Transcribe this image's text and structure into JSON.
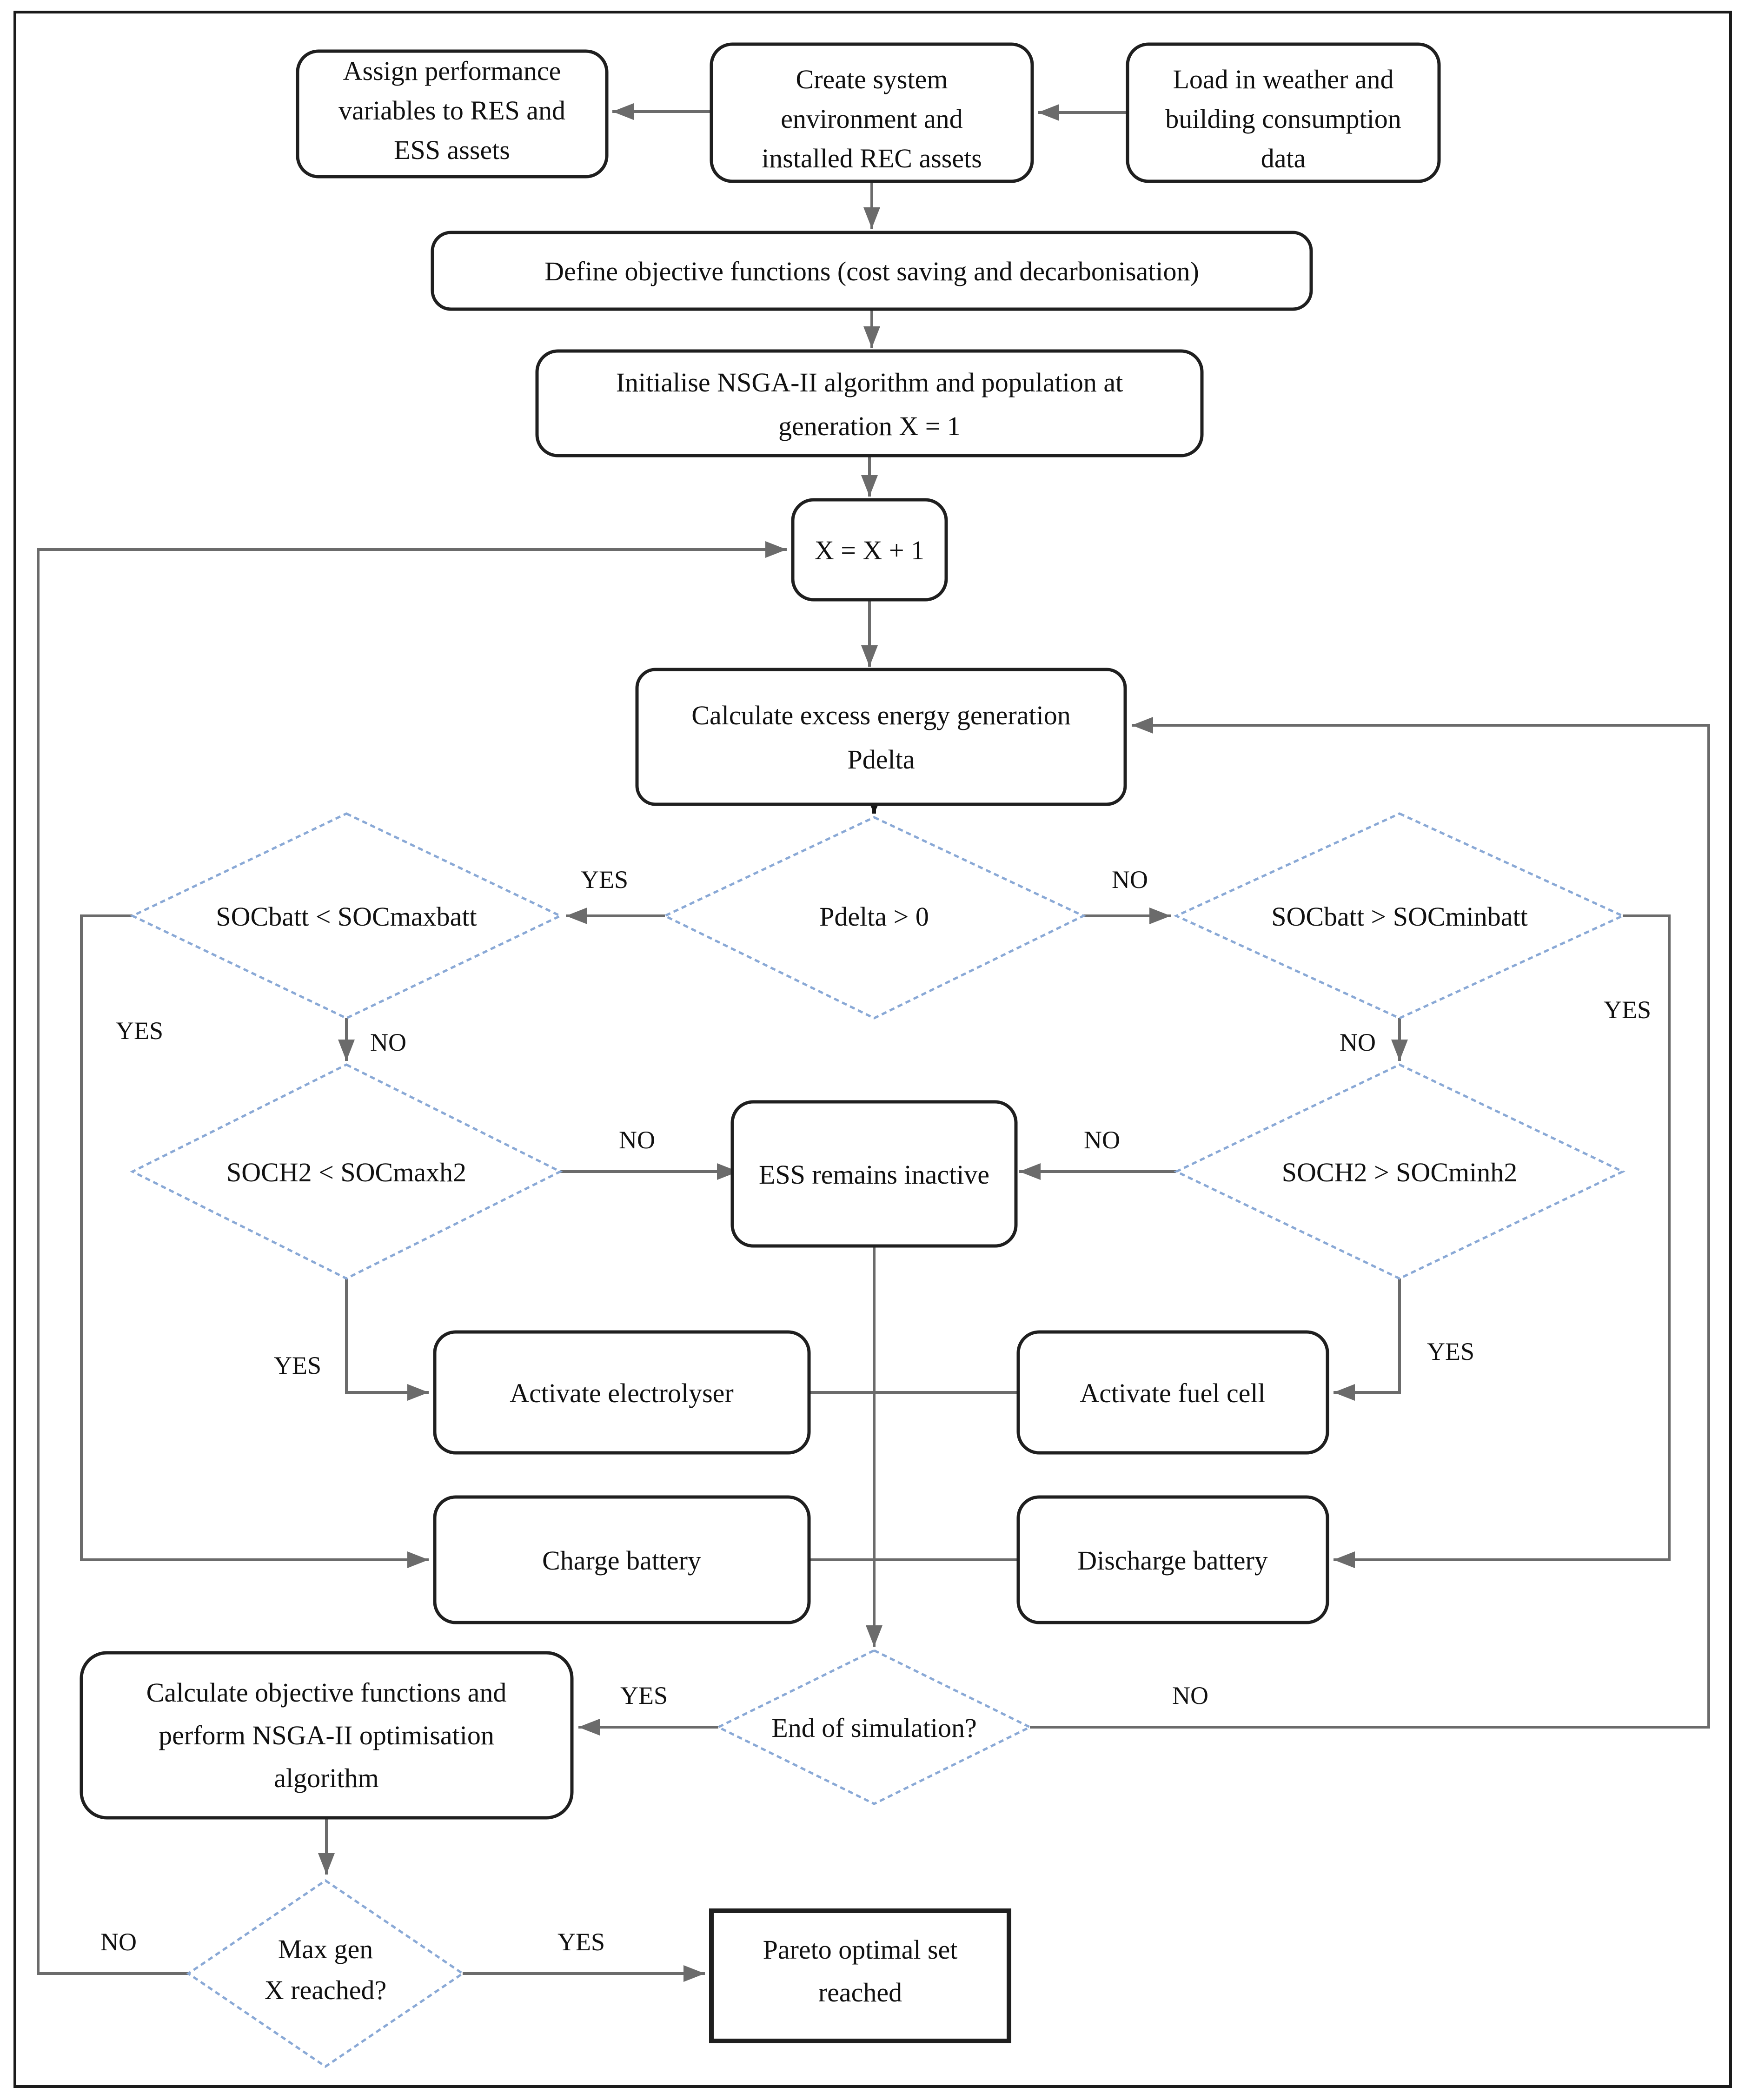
{
  "figure": {
    "title": "NSGA-II energy community optimisation flowchart",
    "type": "flowchart",
    "background": "#ffffff"
  },
  "colors": {
    "line": "#6b6b6b",
    "box_border": "#1f1f1f",
    "diamond_border": "#8aa9d6",
    "black_arrow": "#151515",
    "text": "#111111",
    "fill": "#ffffff"
  },
  "nodes": {
    "assign": {
      "shape": "rounded-rect",
      "lines": [
        "Assign performance",
        "variables to RES and",
        "ESS assets"
      ]
    },
    "create": {
      "shape": "rounded-rect",
      "lines": [
        "Create system",
        "environment and",
        "installed REC assets"
      ]
    },
    "load": {
      "shape": "rounded-rect",
      "lines": [
        "Load in weather and",
        "building consumption",
        "data"
      ]
    },
    "define": {
      "shape": "rounded-rect",
      "lines": [
        "Define objective functions (cost saving and decarbonisation)"
      ]
    },
    "init": {
      "shape": "rounded-rect",
      "lines": [
        "Initialise NSGA-II algorithm and population at",
        "generation X = 1"
      ]
    },
    "increment": {
      "shape": "rounded-rect",
      "lines": [
        "X = X + 1"
      ]
    },
    "pdelta_calc": {
      "shape": "rounded-rect",
      "lines": [
        "Calculate excess energy generation",
        "Pdelta"
      ]
    },
    "pdelta_check": {
      "shape": "diamond",
      "lines": [
        "Pdelta > 0"
      ]
    },
    "socbatt_max": {
      "shape": "diamond",
      "lines": [
        "SOCbatt < SOCmaxbatt"
      ]
    },
    "socbatt_min": {
      "shape": "diamond",
      "lines": [
        "SOCbatt > SOCminbatt"
      ]
    },
    "soch2_max": {
      "shape": "diamond",
      "lines": [
        "SOCH2 < SOCmaxh2"
      ]
    },
    "soch2_min": {
      "shape": "diamond",
      "lines": [
        "SOCH2 > SOCminh2"
      ]
    },
    "ess": {
      "shape": "rounded-rect",
      "lines": [
        "ESS remains inactive"
      ]
    },
    "electrolyser": {
      "shape": "rounded-rect",
      "lines": [
        "Activate electrolyser"
      ]
    },
    "fuelcell": {
      "shape": "rounded-rect",
      "lines": [
        "Activate fuel cell"
      ]
    },
    "charge": {
      "shape": "rounded-rect",
      "lines": [
        "Charge battery"
      ]
    },
    "discharge": {
      "shape": "rounded-rect",
      "lines": [
        "Discharge battery"
      ]
    },
    "end_sim": {
      "shape": "diamond",
      "lines": [
        "End of simulation?"
      ]
    },
    "calc_obj": {
      "shape": "rounded-rect",
      "lines": [
        "Calculate objective functions and",
        "perform NSGA-II optimisation",
        "algorithm"
      ]
    },
    "max_gen": {
      "shape": "diamond",
      "lines": [
        "Max gen",
        "X reached?"
      ]
    },
    "pareto": {
      "shape": "rect",
      "lines": [
        "Pareto optimal set",
        "reached"
      ]
    }
  },
  "labels": {
    "pdelta_yes": "YES",
    "pdelta_no": "NO",
    "battmax_yes": "YES",
    "battmax_no": "NO",
    "battmin_no": "NO",
    "battmin_yes": "YES",
    "h2max_no": "NO",
    "h2min_no": "NO",
    "h2max_yes": "YES",
    "h2min_yes": "YES",
    "endsim_yes": "YES",
    "endsim_no": "NO",
    "maxgen_no": "NO",
    "maxgen_yes": "YES"
  }
}
